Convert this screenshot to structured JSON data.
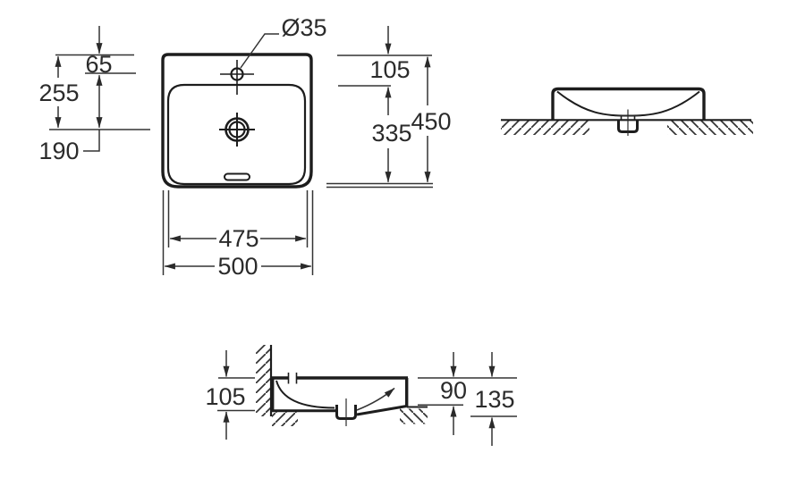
{
  "plan": {
    "faucet_hole_diameter": "Ø35",
    "edge_to_faucet": "65",
    "edge_to_drain": "255",
    "faucet_to_drain": "190",
    "edge_to_basin": "105",
    "basin_depth": "335",
    "overall_depth": "450",
    "basin_width": "475",
    "overall_width": "500"
  },
  "section": {
    "back_height": "105",
    "front_height": "90",
    "total_height": "135"
  },
  "colors": {
    "outline": "#1d1d1d",
    "dimension_lines": "#333333",
    "text": "#2b2b2b",
    "background": "#ffffff"
  }
}
